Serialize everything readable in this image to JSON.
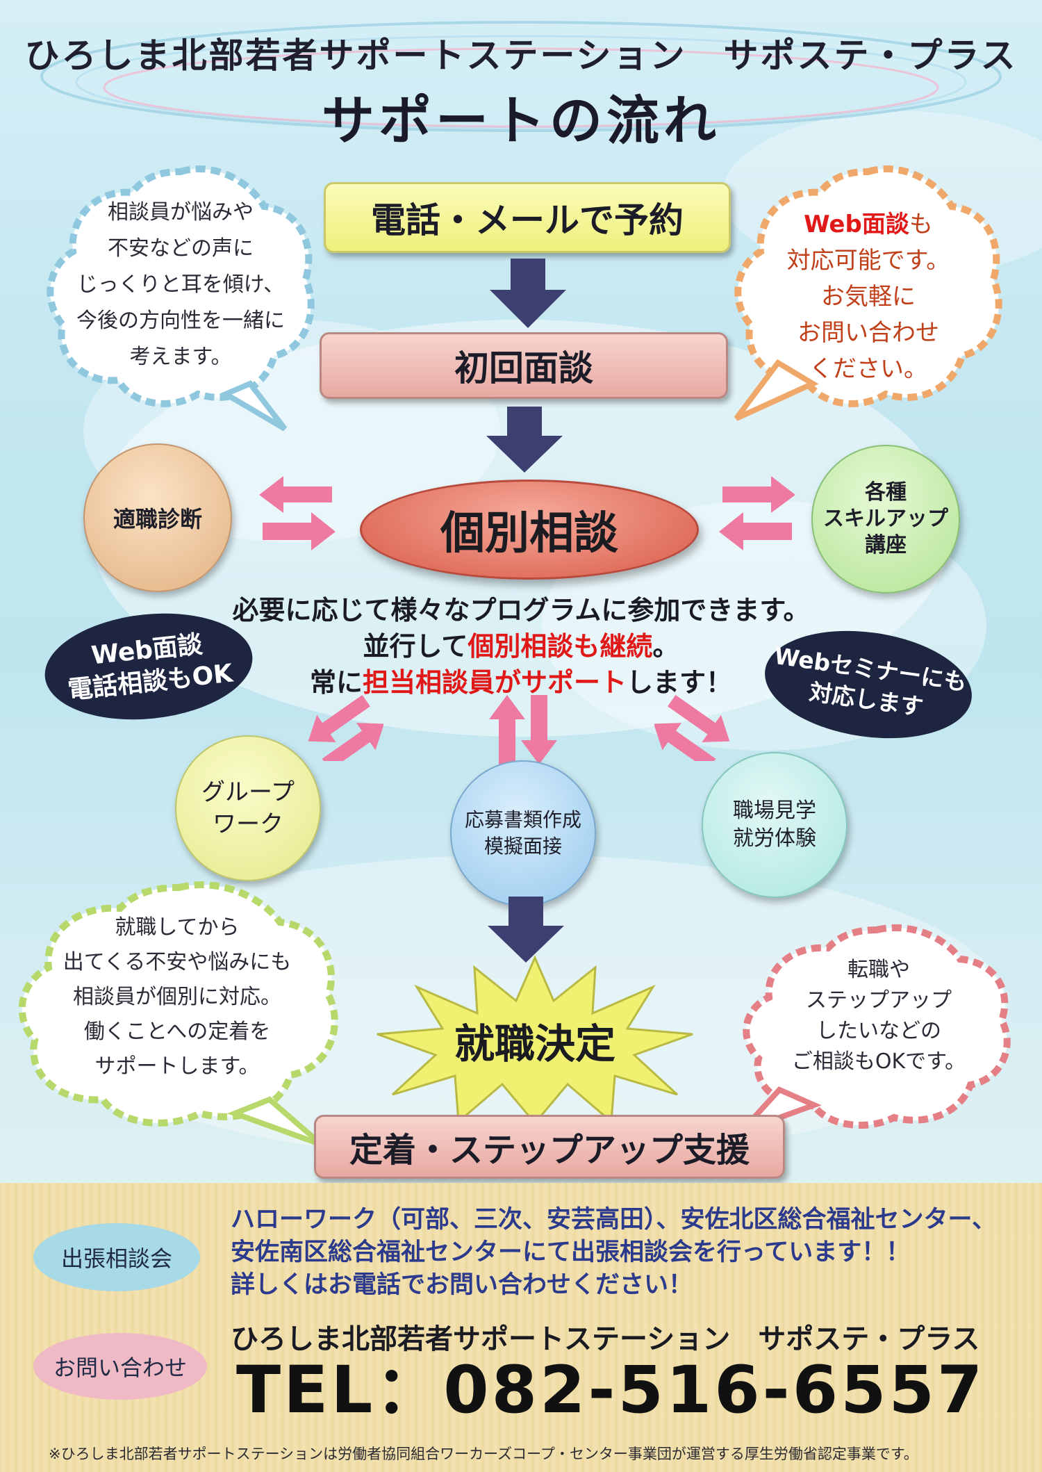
{
  "header": {
    "subtitle": "ひろしま北部若者サポートステーション　サポステ・プラス",
    "title": "サポートの流れ"
  },
  "flow": {
    "step1": "電話・メールで予約",
    "step2": "初回面談",
    "step3": "個別相談",
    "step4": "就職決定",
    "step5": "定着・ステップアップ支援"
  },
  "bubbles": {
    "left_top": [
      "相談員が悩みや",
      "不安などの声に",
      "じっくりと耳を傾け、",
      "今後の方向性を一緒に",
      "考えます。"
    ],
    "right_top_highlight": "Web面談",
    "right_top_first_rest": "も",
    "right_top": [
      "対応可能です。",
      "お気軽に",
      "お問い合わせ",
      "ください。"
    ],
    "left_bottom": [
      "就職してから",
      "出てくる不安や悩みにも",
      "相談員が個別に対応。",
      "働くことへの定着を",
      "サポートします。"
    ],
    "right_bottom": [
      "転職や",
      "ステップアップ",
      "したいなどの",
      "ご相談もOKです。"
    ]
  },
  "programs": {
    "aptitude": "適職診断",
    "skillup": [
      "各種",
      "スキルアップ",
      "講座"
    ],
    "group": [
      "グループ",
      "ワーク"
    ],
    "application": [
      "応募書類作成",
      "模擬面接"
    ],
    "workplace": [
      "職場見学",
      "就労体験"
    ]
  },
  "notes": {
    "web_phone": [
      "Web面談",
      "電話相談もOK"
    ],
    "web_seminar": [
      "Webセミナーにも",
      "対応します"
    ]
  },
  "center": {
    "line1": "必要に応じて様々なプログラムに参加できます。",
    "line2_prefix": "並行して",
    "line2_highlight": "個別相談も継続",
    "line2_suffix": "。",
    "line3_prefix": "常に",
    "line3_highlight": "担当相談員がサポート",
    "line3_suffix": "します！"
  },
  "bottom": {
    "outreach_label": "出張相談会",
    "outreach_text": [
      "ハローワーク（可部、三次、安芸高田）、安佐北区総合福祉センター、",
      "安佐南区総合福祉センターにて出張相談会を行っています！！",
      "詳しくはお電話でお問い合わせください！"
    ],
    "contact_label": "お問い合わせ",
    "org_name": "ひろしま北部若者サポートステーション　サポステ・プラス",
    "tel": "TEL：082-516-6557",
    "footnote": "※ひろしま北部若者サポートステーションは労働者協同組合ワーカーズコープ・センター事業団が運営する厚生労働省認定事業です。"
  },
  "colors": {
    "arrow_navy": "#3d3f70",
    "arrow_pink": "#ee7aa2",
    "highlight_red": "#e01818",
    "text_blue": "#2b3a8c"
  }
}
